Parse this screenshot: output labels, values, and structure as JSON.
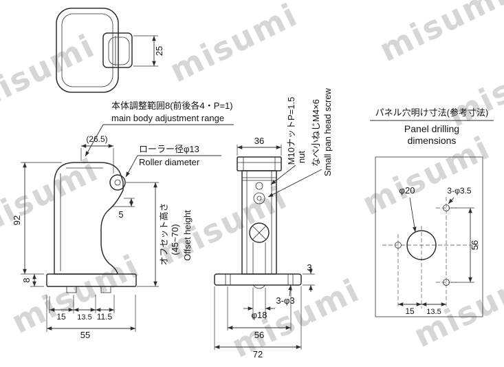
{
  "watermark": {
    "text": "misumi"
  },
  "top_view": {
    "dim_25": "25"
  },
  "callouts": {
    "adjust_jp": "本体調整範囲8(前後各4・P=1)",
    "adjust_en": "main body adjustment range",
    "roller_jp": "ローラー径φ13",
    "roller_en": "Roller diameter",
    "offset_jp1": "オフセット高さ",
    "offset_jp2": "(45~70)",
    "offset_en": "Offset height",
    "nut_jp": "M10ナットP=1.5",
    "nut_en": "nut",
    "screw_jp": "なべ小ねじM4×6",
    "screw_en": "Small pan head screw"
  },
  "side_view": {
    "dim_92": "92",
    "dim_8": "8",
    "dim_26_5": "(26.5)",
    "dim_5": "5",
    "dim_15": "15",
    "dim_13_5": "13.5",
    "dim_11_5": "11.5",
    "dim_55": "55"
  },
  "front_view": {
    "dim_36": "36",
    "dim_3": "3",
    "dim_3_phi3": "3-φ3",
    "dim_phi18": "φ18",
    "dim_56": "56",
    "dim_72": "72"
  },
  "panel": {
    "title_jp": "パネル穴明け寸法(参考寸法)",
    "title_en_line1": "Panel drilling",
    "title_en_line2": "dimensions",
    "dim_phi20": "φ20",
    "dim_3_phi35": "3-φ3.5",
    "dim_56": "56",
    "dim_15": "15",
    "dim_13_5": "13.5"
  }
}
